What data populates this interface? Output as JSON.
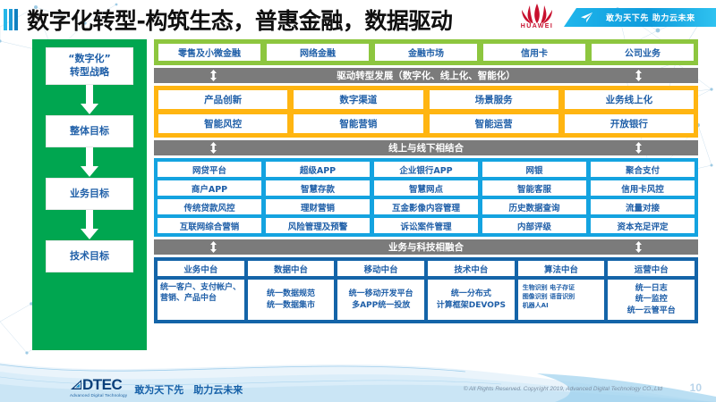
{
  "slide": {
    "title": "数字化转型-构筑生态，普惠金融，数据驱动",
    "page_number": "10"
  },
  "brand": {
    "huawei_wordmark": "HUAWEI",
    "huawei_banner_text": "敢为天下先 助力云未来",
    "accent_green": "#00a650",
    "accent_lightgreen": "#8dc63f",
    "accent_orange": "#ffb511",
    "accent_blue": "#14a3e0",
    "accent_navy": "#1464a8",
    "accent_gray": "#7b7b7b",
    "text_blue": "#1f5fa8"
  },
  "strategy_column": {
    "items": [
      {
        "label": "“数字化”\n转型战略"
      },
      {
        "label": "整体目标"
      },
      {
        "label": "业务目标"
      },
      {
        "label": "技术目标"
      }
    ]
  },
  "green_band": {
    "cells": [
      "零售及小微金融",
      "网络金融",
      "金融市场",
      "信用卡",
      "公司业务"
    ]
  },
  "gray_bar_1": {
    "label": "驱动转型发展（数字化、线上化、智能化）"
  },
  "orange_band": {
    "rows": [
      [
        "产品创新",
        "数字渠道",
        "场景服务",
        "业务线上化"
      ],
      [
        "智能风控",
        "智能营销",
        "智能运营",
        "开放银行"
      ]
    ]
  },
  "gray_bar_2": {
    "label": "线上与线下相结合"
  },
  "blue_band": {
    "rows": [
      [
        "网贷平台",
        "超级APP",
        "企业银行APP",
        "网银",
        "聚合支付"
      ],
      [
        "商户APP",
        "智慧存款",
        "智慧网点",
        "智能客服",
        "信用卡风控"
      ],
      [
        "传统贷款风控",
        "理财营销",
        "互金影像内容管理",
        "历史数据查询",
        "流量对接"
      ],
      [
        "互联网综合营销",
        "风险管理及预警",
        "诉讼案件管理",
        "内部评级",
        "资本充足评定"
      ]
    ]
  },
  "gray_bar_3": {
    "label": "业务与科技相融合"
  },
  "navy_band": {
    "columns": [
      {
        "head": "业务中台",
        "desc": "统一客户、支付帐户、营销、产品中台",
        "style": "left-align"
      },
      {
        "head": "数据中台",
        "desc": "统一数据规范\n统一数据集市",
        "style": "center"
      },
      {
        "head": "移动中台",
        "desc": "统一移动开发平台\n多APP统一投放",
        "style": "center"
      },
      {
        "head": "技术中台",
        "desc": "统一分布式\n计算框架DEVOPS",
        "style": "center"
      },
      {
        "head": "算法中台",
        "desc": "生物识别 电子存证\n图像识别 语音识别\n机器人AI",
        "style": "tiny"
      },
      {
        "head": "运营中台",
        "desc": "统一日志\n统一监控\n统一云管平台",
        "style": "center"
      }
    ]
  },
  "footer": {
    "logo_word": "DTEC",
    "logo_sub": "Advanced Digital Technology",
    "slogan": "敢为天下先　助力云未来",
    "copyright": "© All Rights Reserved. Copyright 2019, Advanced Digital Technology CO.,Ltd"
  }
}
